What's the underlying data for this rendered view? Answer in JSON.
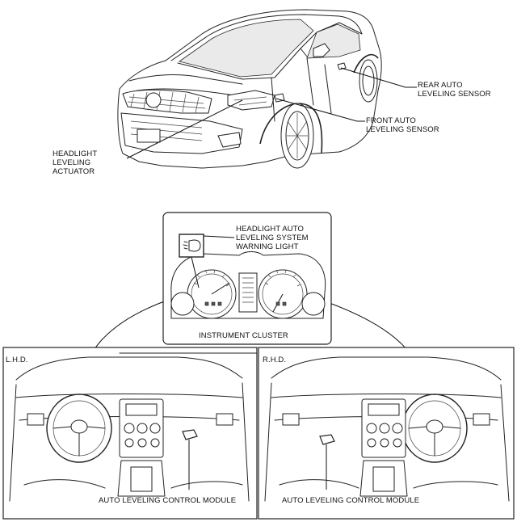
{
  "labels": {
    "headlight_leveling_actuator": [
      "HEADLIGHT",
      "LEVELING",
      "ACTUATOR"
    ],
    "front_auto_leveling_sensor": [
      "FRONT AUTO",
      "LEVELING SENSOR"
    ],
    "rear_auto_leveling_sensor": [
      "REAR AUTO",
      "LEVELING SENSOR"
    ],
    "warning_light": [
      "HEADLIGHT AUTO",
      "LEVELING SYSTEM",
      "WARNING LIGHT"
    ],
    "instrument_cluster": "INSTRUMENT CLUSTER",
    "lhd": "L.H.D.",
    "rhd": "R.H.D.",
    "control_module_lhd": "AUTO LEVELING CONTROL MODULE",
    "control_module_rhd": "AUTO LEVELING CONTROL MODULE"
  }
}
